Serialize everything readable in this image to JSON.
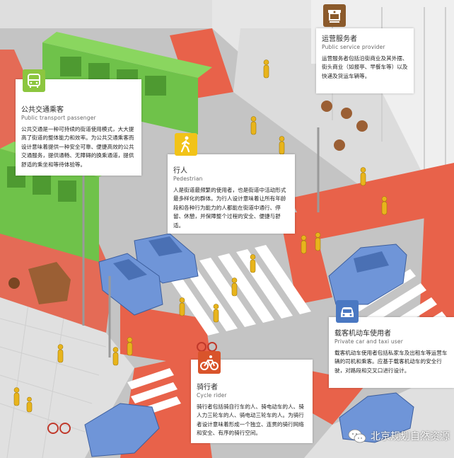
{
  "cards": {
    "transit": {
      "title": "公共交通乘客",
      "subtitle": "Public transport passenger",
      "description": "公共交通是一种可持续的街道使用模式，大大提高了街道的整体能力和效率。为公共交通乘客而设计意味着提供一种安全可靠、便捷高效的公共交通服务，提供通畅、无障碍的换乘通道，提供舒适的乘坐和等待体验等。",
      "icon": "bus-icon",
      "color": "#8cc63f"
    },
    "pedestrian": {
      "title": "行人",
      "subtitle": "Pedestrian",
      "description": "人是街道最频繁的使用者，也是街道中活动形式最多样化的群体。为行人设计意味着让所有年龄段和各种行为能力的人都能在街道中通行、停留、休憩，并保障整个过程的安全、便捷与舒适。",
      "icon": "walking-person-icon",
      "color": "#f2c318"
    },
    "service": {
      "title": "运营服务者",
      "subtitle": "Public service provider",
      "description": "运营服务者包括沿街商业及其外摆、街头商业（如报亭、早餐车等）以及快递及货运车辆等。",
      "icon": "vendor-cart-icon",
      "color": "#8b5a2b"
    },
    "car": {
      "title": "载客机动车使用者",
      "subtitle": "Private car and taxi user",
      "description": "载客机动车使用者包括私家车及出租车等运营车辆的司机和乘客。应基于载客机动车的安全行驶，对路段和交叉口进行设计。",
      "icon": "car-icon",
      "color": "#4a78c2"
    },
    "cyclist": {
      "title": "骑行者",
      "subtitle": "Cycle rider",
      "description": "骑行者包括骑自行车的人、骑电动车的人、骑人力三轮车的人、骑电动三轮车的人。为骑行者设计意味着形成一个独立、连贯的骑行网络和安全、有序的骑行空间。",
      "icon": "bicycle-icon",
      "color": "#d9542b"
    }
  },
  "watermark": {
    "text": "北京规划自然资源",
    "icon": "wechat-icon"
  },
  "colors": {
    "road": "#bdbdbd",
    "sidewalk": "#e3e3e3",
    "bike_lane": "#e8624a",
    "zebra": "#ffffff",
    "bus": "#6fc24a",
    "car": "#6f95d8",
    "person": "#e8b41c",
    "brown": "#9b5f34"
  }
}
